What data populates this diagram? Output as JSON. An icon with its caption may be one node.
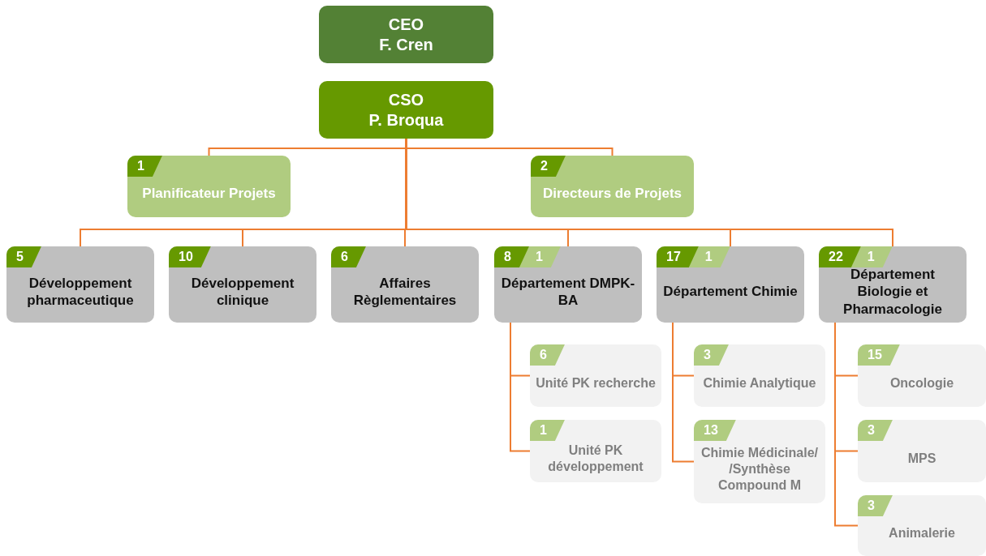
{
  "diagram": {
    "nodes": [
      {
        "text": [
          "CEO",
          "F. Cren"
        ]
      },
      {
        "text": [
          "CSO",
          "P. Broqua"
        ]
      },
      {
        "text": [
          "1",
          "Planificateur Projets"
        ]
      },
      {
        "text": [
          "2",
          "Directeurs de Projets"
        ]
      },
      {
        "text": [
          "5",
          "Développement pharmaceutique"
        ]
      },
      {
        "text": [
          "10",
          "Développement clinique"
        ]
      },
      {
        "text": [
          "6",
          "Affaires Règlementaires"
        ]
      },
      {
        "text": [
          "8",
          "1",
          "Département DMPK-BA"
        ]
      },
      {
        "text": [
          "17",
          "1",
          "Département Chimie"
        ]
      },
      {
        "text": [
          "22",
          "1",
          "Département Biologie et Pharmacologie"
        ]
      },
      {
        "text": [
          "6",
          "Unité PK recherche"
        ]
      },
      {
        "text": [
          "1",
          "Unité PK développement"
        ]
      },
      {
        "text": [
          "3",
          "Chimie Analytique"
        ]
      },
      {
        "text": [
          "13",
          "Chimie Médicinale/ /Synthèse Compound M"
        ]
      },
      {
        "text": [
          "15",
          "Oncologie"
        ]
      },
      {
        "text": [
          "3",
          "MPS"
        ]
      },
      {
        "text": [
          "3",
          "Animalerie"
        ]
      }
    ],
    "edges": [
      {
        "from": 1,
        "to": 2,
        "arrow": "none"
      },
      {
        "from": 1,
        "to": 3,
        "arrow": "none"
      },
      {
        "from": 1,
        "to": 4,
        "arrow": "none"
      },
      {
        "from": 1,
        "to": 5,
        "arrow": "none"
      },
      {
        "from": 1,
        "to": 6,
        "arrow": "none"
      },
      {
        "from": 1,
        "to": 7,
        "arrow": "none"
      },
      {
        "from": 1,
        "to": 8,
        "arrow": "none"
      },
      {
        "from": 1,
        "to": 9,
        "arrow": "none"
      },
      {
        "from": 7,
        "to": 10,
        "arrow": "none"
      },
      {
        "from": 7,
        "to": 11,
        "arrow": "none"
      },
      {
        "from": 8,
        "to": 12,
        "arrow": "none"
      },
      {
        "from": 8,
        "to": 13,
        "arrow": "none"
      },
      {
        "from": 9,
        "to": 14,
        "arrow": "none"
      },
      {
        "from": 9,
        "to": 15,
        "arrow": "none"
      },
      {
        "from": 9,
        "to": 16,
        "arrow": "none"
      }
    ]
  }
}
